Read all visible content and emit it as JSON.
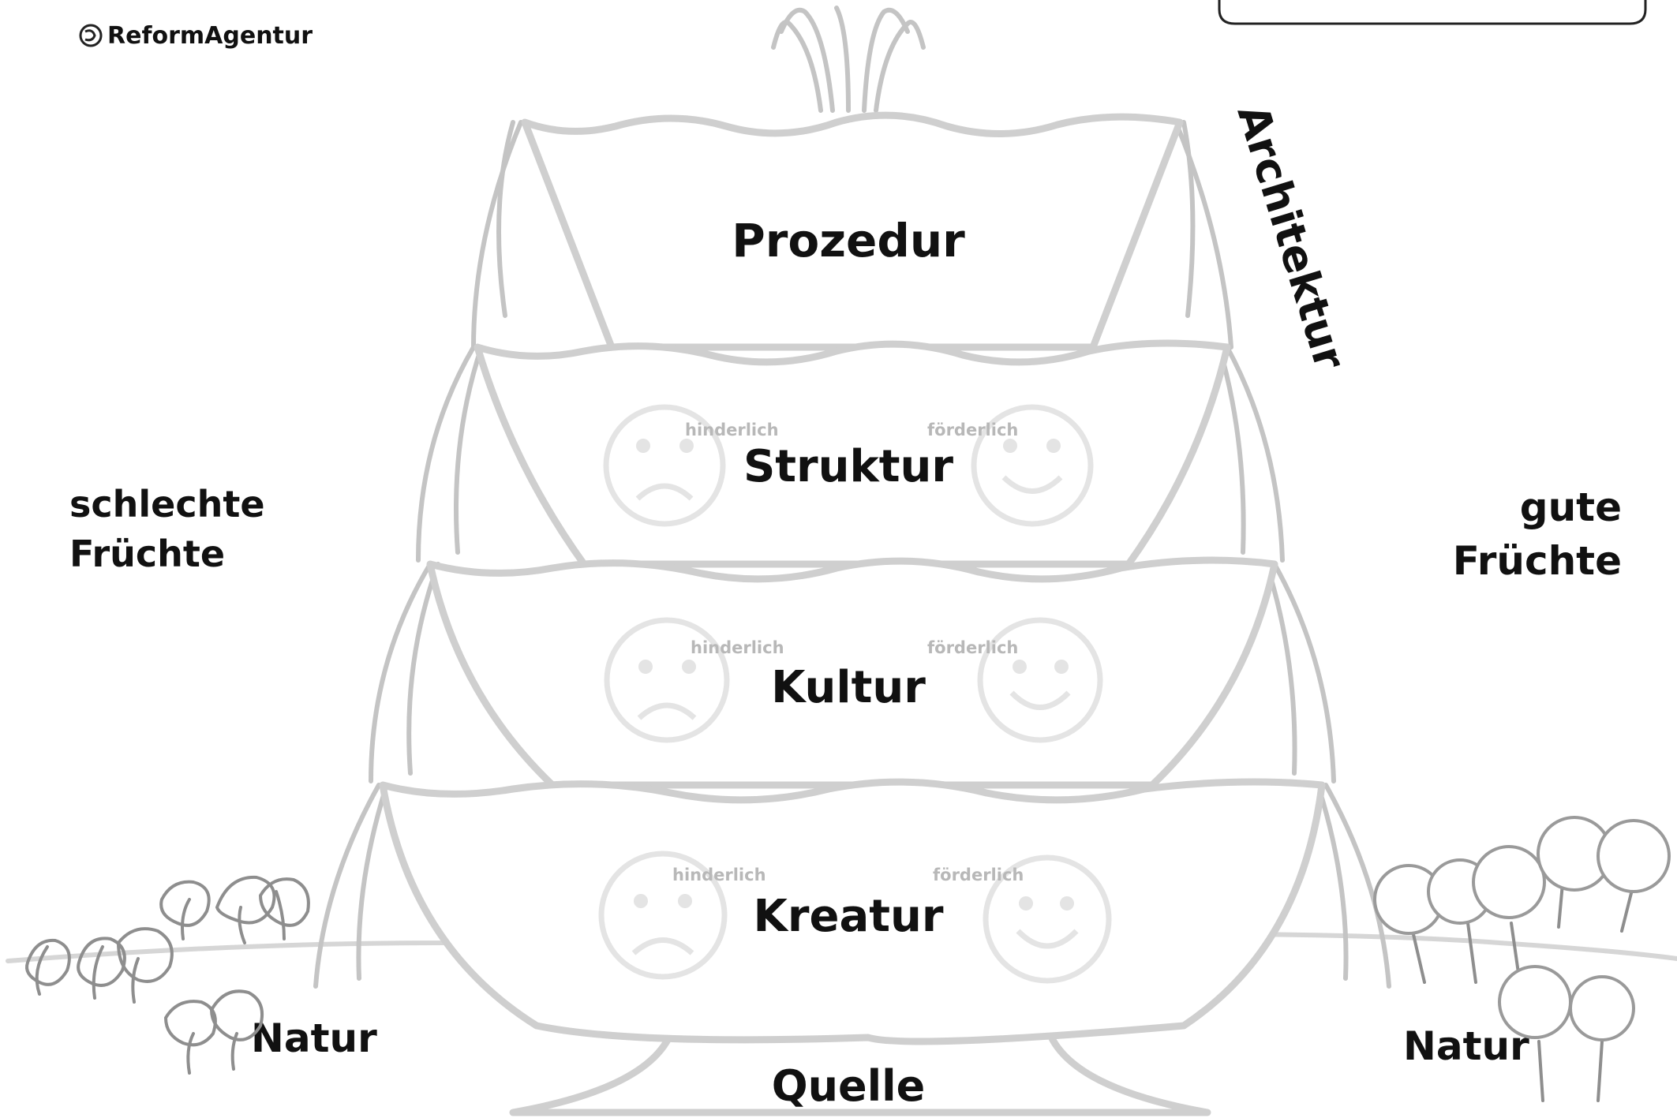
{
  "brand": {
    "logo_text": "ReformAgentur",
    "logo_icon": "reformagentur-logo-icon"
  },
  "labels": {
    "side_label": "Architektur",
    "left_title_line1": "schlechte",
    "left_title_line2": "Früchte",
    "right_title_line1": "gute",
    "right_title_line2": "Früchte",
    "natur_left": "Natur",
    "natur_right": "Natur",
    "source": "Quelle"
  },
  "tiers": [
    {
      "name": "Prozedur",
      "has_faces": false
    },
    {
      "name": "Struktur",
      "has_faces": true,
      "negative": "hinderlich",
      "positive": "förderlich"
    },
    {
      "name": "Kultur",
      "has_faces": true,
      "negative": "hinderlich",
      "positive": "förderlich"
    },
    {
      "name": "Kreatur",
      "has_faces": true,
      "negative": "hinderlich",
      "positive": "förderlich"
    }
  ],
  "colors": {
    "bowl_outline": "#cfcfcf",
    "water": "#c4c4c4",
    "text": "#111111",
    "faces": "#e4e4e4",
    "plants": "#8e8e8e"
  }
}
